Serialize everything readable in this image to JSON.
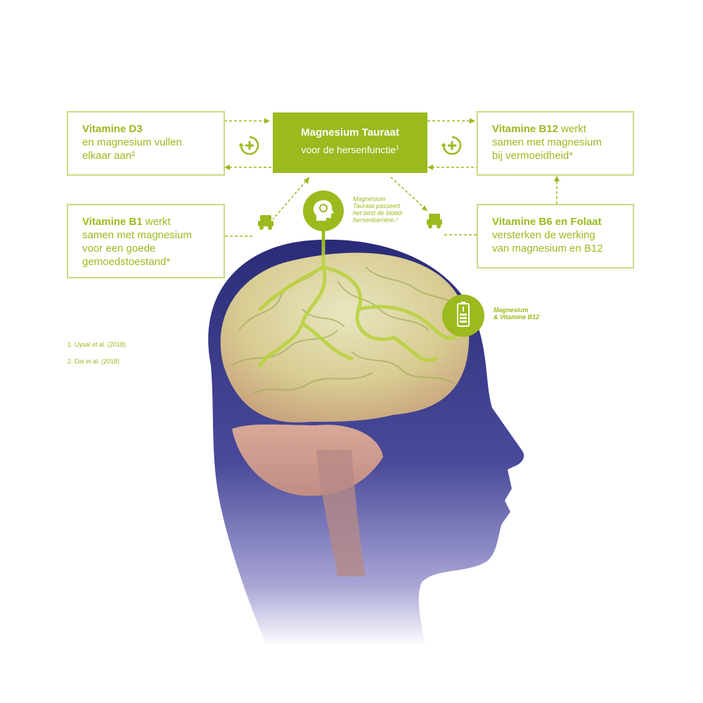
{
  "center": {
    "title": "Magnesium Tauraat",
    "subtitle": "voor de hersenfunctie",
    "subtitle_sup": "1"
  },
  "boxes": {
    "d3": {
      "bold": "Vitamine D3",
      "line2": "en magnesium vullen",
      "line3": "elkaar aan²"
    },
    "b12": {
      "bold": "Vitamine B12",
      "rest1": " werkt",
      "line2": "samen met magnesium",
      "line3": "bij vermoeidheid*"
    },
    "b1": {
      "bold": "Vitamine B1",
      "rest1": " werkt",
      "line2": "samen met magnesium",
      "line3": "voor een goede",
      "line4": "gemoedstoestand*"
    },
    "b6": {
      "bold": "Vitamine B6 en Folaat",
      "line2": "versterken de werking",
      "line3": "van magnesium en B12"
    }
  },
  "notes": {
    "barrier": [
      "Magnesium",
      "Tauraat passeert",
      "het best de bloed-",
      "hersenbarrière.¹"
    ],
    "battery": [
      "Magnesium",
      "& Vitamine B12"
    ]
  },
  "references": [
    "1. Uysal et al. (2018)",
    "2. Dai et al. (2018)"
  ],
  "colors": {
    "accent": "#9aba1e",
    "box_border": "#c9db86",
    "head": "#2e2f7c",
    "brain": "#d9cf9b"
  },
  "icons": [
    "plus-cycle-icon",
    "brain-head-icon",
    "battery-icon",
    "vehicle-icon"
  ]
}
